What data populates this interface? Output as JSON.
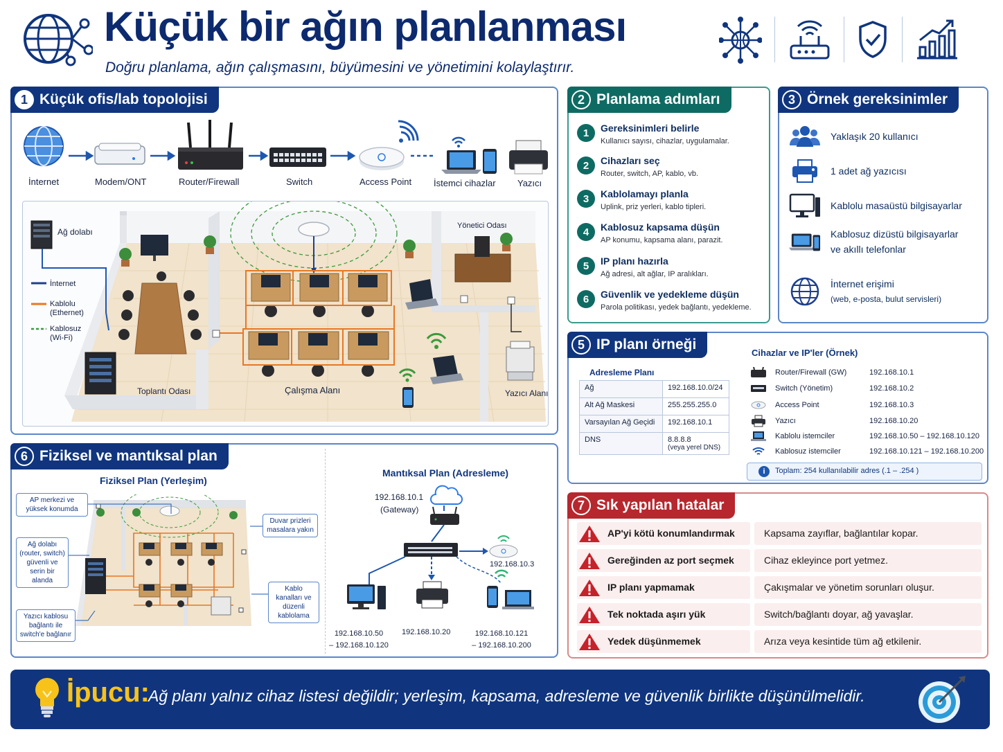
{
  "header": {
    "title": "Küçük bir ağın planlanması",
    "subtitle": "Doğru planlama, ağın çalışmasını, büyümesini ve yönetimini kolaylaştırır.",
    "header_icons": [
      "network-hub-icon",
      "router-wifi-icon",
      "shield-check-icon",
      "growth-chart-icon"
    ]
  },
  "topology": {
    "number": "1",
    "title": "Küçük ofis/lab topolojisi",
    "chain": [
      "İnternet",
      "Modem/ONT",
      "Router/Firewall",
      "Switch",
      "Access Point",
      "İstemci cihazlar",
      "Yazıcı"
    ],
    "rooms": {
      "rack": "Ağ dolabı",
      "meeting": "Toplantı Odası",
      "work": "Çalışma Alanı",
      "manager": "Yönetici Odası",
      "printer": "Yazıcı Alanı"
    },
    "legend": [
      {
        "label": "İnternet",
        "color": "#1d3f8f"
      },
      {
        "label": "Kablolu\n(Ethernet)",
        "color": "#e87722"
      },
      {
        "label": "Kablosuz\n(Wi-Fi)",
        "color": "#3a9a3a"
      }
    ]
  },
  "planning": {
    "number": "2",
    "title": "Planlama adımları",
    "steps": [
      {
        "n": "1",
        "title": "Gereksinimleri belirle",
        "desc": "Kullanıcı sayısı, cihazlar, uygulamalar."
      },
      {
        "n": "2",
        "title": "Cihazları seç",
        "desc": "Router, switch, AP, kablo, vb."
      },
      {
        "n": "3",
        "title": "Kablolamayı planla",
        "desc": "Uplink, priz yerleri, kablo tipleri."
      },
      {
        "n": "4",
        "title": "Kablosuz kapsama düşün",
        "desc": "AP konumu, kapsama alanı, parazit."
      },
      {
        "n": "5",
        "title": "IP planı hazırla",
        "desc": "Ağ adresi, alt ağlar, IP aralıkları."
      },
      {
        "n": "6",
        "title": "Güvenlik ve yedekleme düşün",
        "desc": "Parola politikası, yedek bağlantı, yedekleme."
      }
    ]
  },
  "requirements": {
    "number": "3",
    "title": "Örnek gereksinimler",
    "items": [
      {
        "icon": "users-icon",
        "text": "Yaklaşık 20 kullanıcı",
        "sub": ""
      },
      {
        "icon": "printer-icon",
        "text": "1 adet ağ yazıcısı",
        "sub": ""
      },
      {
        "icon": "desktop-icon",
        "text": "Kablolu masaüstü bilgisayarlar",
        "sub": ""
      },
      {
        "icon": "laptop-phone-icon",
        "text": "Kablosuz dizüstü bilgisayarlar",
        "sub": "ve akıllı telefonlar"
      },
      {
        "icon": "globe-icon",
        "text": "İnternet erişimi",
        "sub": "(web,  e-posta, bulut servisleri)"
      }
    ]
  },
  "ipplan": {
    "number": "5",
    "title": "IP planı örneği",
    "addr_title": "Adresleme Planı",
    "addr_rows": [
      {
        "k": "Ağ",
        "v": "192.168.10.0/24",
        "v2": ""
      },
      {
        "k": "Alt Ağ Maskesi",
        "v": "255.255.255.0",
        "v2": ""
      },
      {
        "k": "Varsayılan Ağ Geçidi",
        "v": "192.168.10.1",
        "v2": ""
      },
      {
        "k": "DNS",
        "v": "8.8.8.8",
        "v2": "(veya yerel DNS)"
      }
    ],
    "dev_title": "Cihazlar ve IP'ler (Örnek)",
    "devices": [
      {
        "icon": "router-icon",
        "name": "Router/Firewall (GW)",
        "ip": "192.168.10.1"
      },
      {
        "icon": "switch-icon",
        "name": "Switch (Yönetim)",
        "ip": "192.168.10.2"
      },
      {
        "icon": "access-point-icon",
        "name": "Access Point",
        "ip": "192.168.10.3"
      },
      {
        "icon": "printer-icon",
        "name": "Yazıcı",
        "ip": "192.168.10.20"
      },
      {
        "icon": "laptop-icon",
        "name": "Kablolu istemciler",
        "ip": "192.168.10.50 – 192.168.10.120"
      },
      {
        "icon": "wifi-icon",
        "name": "Kablosuz istemciler",
        "ip": "192.168.10.121 – 192.168.10.200"
      }
    ],
    "total": "Toplam:  254 kullanılabilir adres (.1 – .254 )"
  },
  "physical": {
    "number": "6",
    "title": "Fiziksel ve mantıksal plan",
    "phys_title": "Fiziksel Plan (Yerleşim)",
    "callouts": [
      "AP merkezi ve yüksek konumda",
      "Ağ dolabı (router, switch) güvenli ve serin bir alanda",
      "Yazıcı kablosu bağlantı ile switch'e bağlanır",
      "Duvar prizleri masalara yakın",
      "Kablo kanalları ve düzenli kablolama"
    ],
    "log_title": "Mantıksal Plan (Adresleme)",
    "gw_ip": "192.168.10.1",
    "gw_label": "(Gateway)",
    "ap_ip": "192.168.10.3",
    "wired_range": [
      "192.168.10.50",
      "– 192.168.10.120"
    ],
    "printer_ip": "192.168.10.20",
    "wifi_range": [
      "192.168.10.121",
      "– 192.168.10.200"
    ]
  },
  "mistakes": {
    "number": "7",
    "title": "Sık yapılan hatalar",
    "rows": [
      {
        "m": "AP'yi kötü konumlandırmak",
        "d": "Kapsama zayıflar, bağlantılar kopar."
      },
      {
        "m": "Gereğinden az port seçmek",
        "d": "Cihaz ekleyince port yetmez."
      },
      {
        "m": "IP planı yapmamak",
        "d": "Çakışmalar ve yönetim sorunları oluşur."
      },
      {
        "m": "Tek noktada aşırı yük",
        "d": "Switch/bağlantı doyar, ağ yavaşlar."
      },
      {
        "m": "Yedek düşünmemek",
        "d": "Arıza veya kesintide tüm ağ etkilenir."
      }
    ]
  },
  "tip": {
    "label": "İpucu:",
    "text": "Ağ planı yalnız cihaz listesi değildir; yerleşim, kapsama, adresleme ve güvenlik birlikte düşünülmelidir.",
    "icon": "target-icon"
  },
  "colors": {
    "navy": "#10357e",
    "teal": "#0e6b63",
    "red": "#b7272e",
    "wired": "#e87722",
    "wifi": "#3a9a3a",
    "gold": "#f7c21a"
  }
}
